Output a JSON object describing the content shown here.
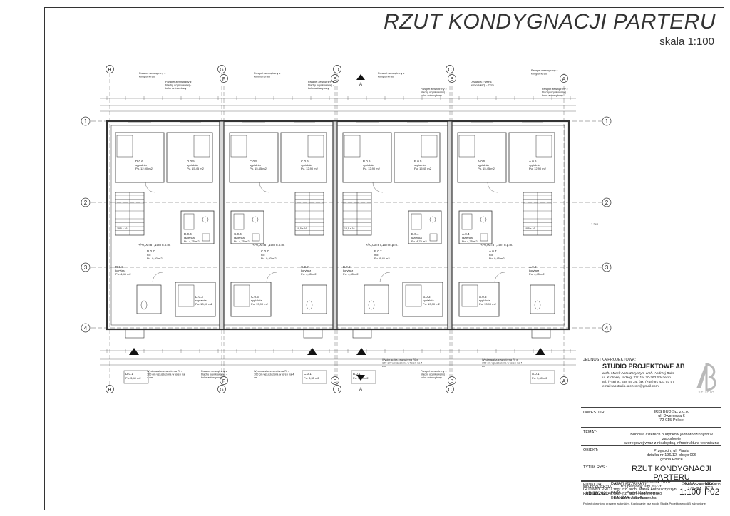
{
  "sheet": {
    "title": "RZUT KONDYGNACJI  PARTERU",
    "scale": "skala 1:100"
  },
  "axes": {
    "letters": [
      "H",
      "G",
      "F",
      "E",
      "D",
      "C",
      "B",
      "A"
    ],
    "numbers": [
      "1",
      "2",
      "3",
      "4"
    ]
  },
  "units": [
    {
      "id": "D",
      "bed1": "D.0.6",
      "bed1_name": "sypialnia",
      "bed1_area": "Pu. 12,90 m2",
      "bed2": "D.0.5",
      "bed2_name": "sypialnia",
      "bed2_area": "Pu. 15,45 m2",
      "bath": "D.0.4",
      "bath_name": "łazienka",
      "bath_area": "Pu. 4,75 m2",
      "hall": "D.0.7",
      "hall_name": "hol",
      "hall_area": "Pu. 9,40 m2",
      "corr": "D.0.2",
      "corr_name": "korytarz",
      "corr_area": "Pu. 4,45 m2",
      "bed3": "D.0.3",
      "bed3_name": "sypialnia",
      "bed3_area": "Pu. 13,90 m2",
      "ent": "D.0.1",
      "ent_area": "Pu. 3,40 m2"
    },
    {
      "id": "C",
      "bed1": "C.0.5",
      "bed1_name": "sypialnia",
      "bed1_area": "Pu. 15,45 m2",
      "bed2": "C.0.6",
      "bed2_name": "sypialnia",
      "bed2_area": "Pu. 12,90 m2",
      "bath": "C.0.4",
      "bath_name": "łazienka",
      "bath_area": "Pu. 4,75 m2",
      "hall": "C.0.7",
      "hall_name": "hol",
      "hall_area": "Pu. 9,40 m2",
      "corr": "C.0.2",
      "corr_name": "korytarz",
      "corr_area": "Pu. 4,45 m2",
      "bed3": "C.0.3",
      "bed3_name": "sypialnia",
      "bed3_area": "Pu. 13,90 m2",
      "ent": "C.0.1",
      "ent_area": "Pu. 3,35 m2"
    },
    {
      "id": "B",
      "bed1": "B.0.6",
      "bed1_name": "sypialnia",
      "bed1_area": "Pu. 12,90 m2",
      "bed2": "B.0.5",
      "bed2_name": "sypialnia",
      "bed2_area": "Pu. 15,45 m2",
      "bath": "B.0.4",
      "bath_name": "łazienka",
      "bath_area": "Pu. 4,75 m2",
      "hall": "B.0.7",
      "hall_name": "hol",
      "hall_area": "Pu. 9,45 m2",
      "corr": "B.0.2",
      "corr_name": "korytarz",
      "corr_area": "Pu. 4,45 m2",
      "bed3": "B.0.3",
      "bed3_name": "sypialnia",
      "bed3_area": "Pu. 13,90 m2",
      "ent": "B.0.1",
      "ent_area": "Pu. 3,40 m2"
    },
    {
      "id": "A",
      "bed1": "A.0.5",
      "bed1_name": "sypialnia",
      "bed1_area": "Pu. 15,45 m2",
      "bed2": "A.0.6",
      "bed2_name": "sypialnia",
      "bed2_area": "Pu. 12,90 m2",
      "bath": "A.0.4",
      "bath_name": "łazienka",
      "bath_area": "Pu. 4,75 m2",
      "hall": "A.0.7",
      "hall_name": "hol",
      "hall_area": "Pu. 9,45 m2",
      "corr": "A.0.2",
      "corr_name": "korytarz",
      "corr_area": "Pu. 4,45 m2",
      "bed3": "A.0.3",
      "bed3_name": "sypialnia",
      "bed3_area": "Pu. 13,90 m2",
      "ent": "A.0.1",
      "ent_area": "Pu. 3,40 m2"
    }
  ],
  "notes": {
    "parapet_in": "Parapet wewnętrzny z konglomeratu",
    "parapet_out": "Parapet zewnętrzny z blachy ocynkowanej - kolor antracytowy",
    "dylatacja": "Dylatacja z wełną termoizolacji - 2 cm",
    "wycieraczka": "Wycieraczka zewnętrzna 70 x 100 cm wpuszczona w teren na 4 cm",
    "level": "+/-0,00=87,15m n.p.m.",
    "dim_total": "1 244"
  },
  "title_block": {
    "designer_label": "JEDNOSTKA PROJEKTOWA:",
    "studio": "STUDIO PROJEKTOWE AB",
    "studio_lines": [
      "arch. Marek Antoszczyszyn,  arch. Andrzej Buko",
      "ul. Królowej Jadwigi 23/11a, 70-262 Szczecin",
      "tel: (+48) 91 488 54 24, fax: (+48) 91 431 03 57",
      "email: abstudio.szczecin@gmail.com"
    ],
    "logo_letters": "AB",
    "logo_sub": "STUDIO",
    "investor_label": "INWESTOR:",
    "investor": [
      "IRIS BUD Sp. z o.o.",
      "ul. Dworcowa 6",
      "72-015 Police"
    ],
    "topic_label": "TEMAT:",
    "topic": [
      "Budowa czterech budynków jednorodzinnych w zabudowie",
      "szeregowej wraz z niezbędną infrastrukturą techniczną"
    ],
    "object_label": "OBIEKT:",
    "object": [
      "Przęsocin, ul. Piasta",
      "działka nr 196/12, obręb 006",
      "gmina Police"
    ],
    "drawing_label": "TYTUŁ RYS.:",
    "drawing": [
      "RZUT KONDYGNACJI",
      "PARTERU"
    ],
    "col_func": "FUNKCJA:",
    "col_name": "IMIĘ I NAZWISKO:",
    "col_perm": "NR UPRAWNIEŃ",
    "col_sign": "PODPIS",
    "rows": [
      {
        "func": "GŁÓWNY PROJ.:",
        "name": "mgr inż. arch. Marek Antoszczyszyn",
        "perm": "1/Sz/94"
      },
      {
        "func": "PROJEKTOWAŁ:",
        "name": "mgr inż. arch. Andrzej Buko",
        "perm": ""
      },
      {
        "func": "",
        "name": "inż. arch. Julia Frenecka",
        "perm": ""
      }
    ],
    "project_no_label": "NR PROJEKTU",
    "project_no": "AB/08/2021",
    "date_label": "DATA:",
    "date_lines": [
      "wrzesień - październik 2021r.",
      "uzupełniony: luty 2022r."
    ],
    "phase_label": "FAZA:",
    "phase": "Projekt budowlany",
    "branch_label": "BRANŻA:",
    "branch": "Architektura",
    "scale_label": "SKALA",
    "scale": "1:100",
    "sheet_label": "NR RYS.",
    "sheet": "P02",
    "footer": "Projekt chroniony prawem autorskim. Kopiowanie bez zgody Studia Projektowego AB zabronione."
  }
}
